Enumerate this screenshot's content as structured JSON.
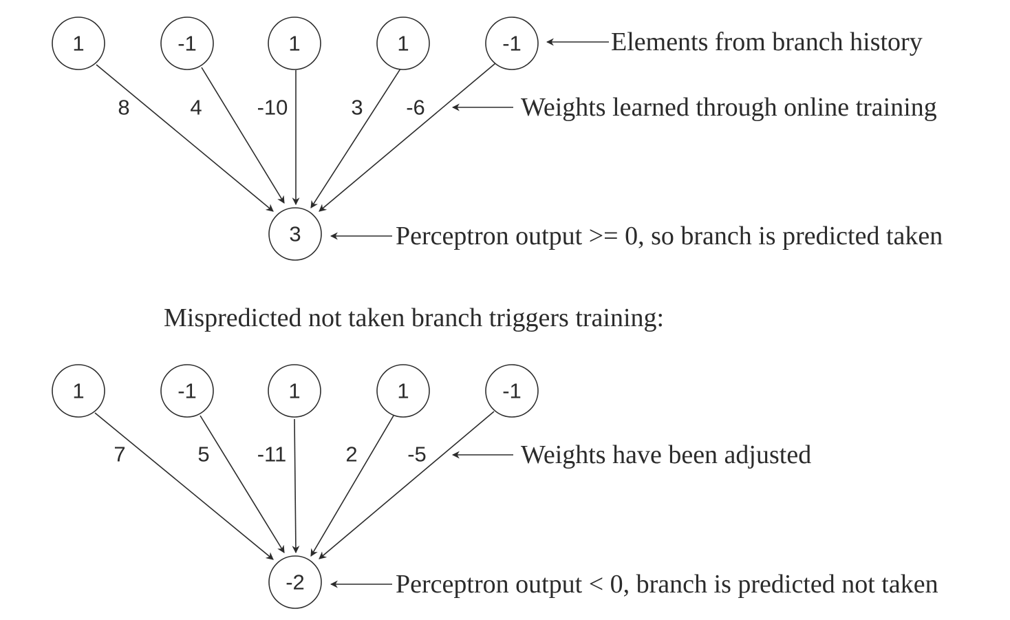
{
  "top": {
    "inputs": [
      "1",
      "-1",
      "1",
      "1",
      "-1"
    ],
    "weights": [
      "8",
      "4",
      "-10",
      "3",
      "-6"
    ],
    "output": "3",
    "labels": {
      "inputs": "Elements from branch history",
      "weights": "Weights learned through online training",
      "output": "Perceptron output >= 0, so branch is predicted taken"
    }
  },
  "middle_label": "Mispredicted not taken branch triggers training:",
  "bottom": {
    "inputs": [
      "1",
      "-1",
      "1",
      "1",
      "-1"
    ],
    "weights": [
      "7",
      "5",
      "-11",
      "2",
      "-5"
    ],
    "output": "-2",
    "labels": {
      "weights": "Weights have been adjusted",
      "output": "Perceptron output < 0, branch is predicted not taken"
    }
  },
  "colors": {
    "ink": "#2b2b2b",
    "background": "#ffffff"
  }
}
